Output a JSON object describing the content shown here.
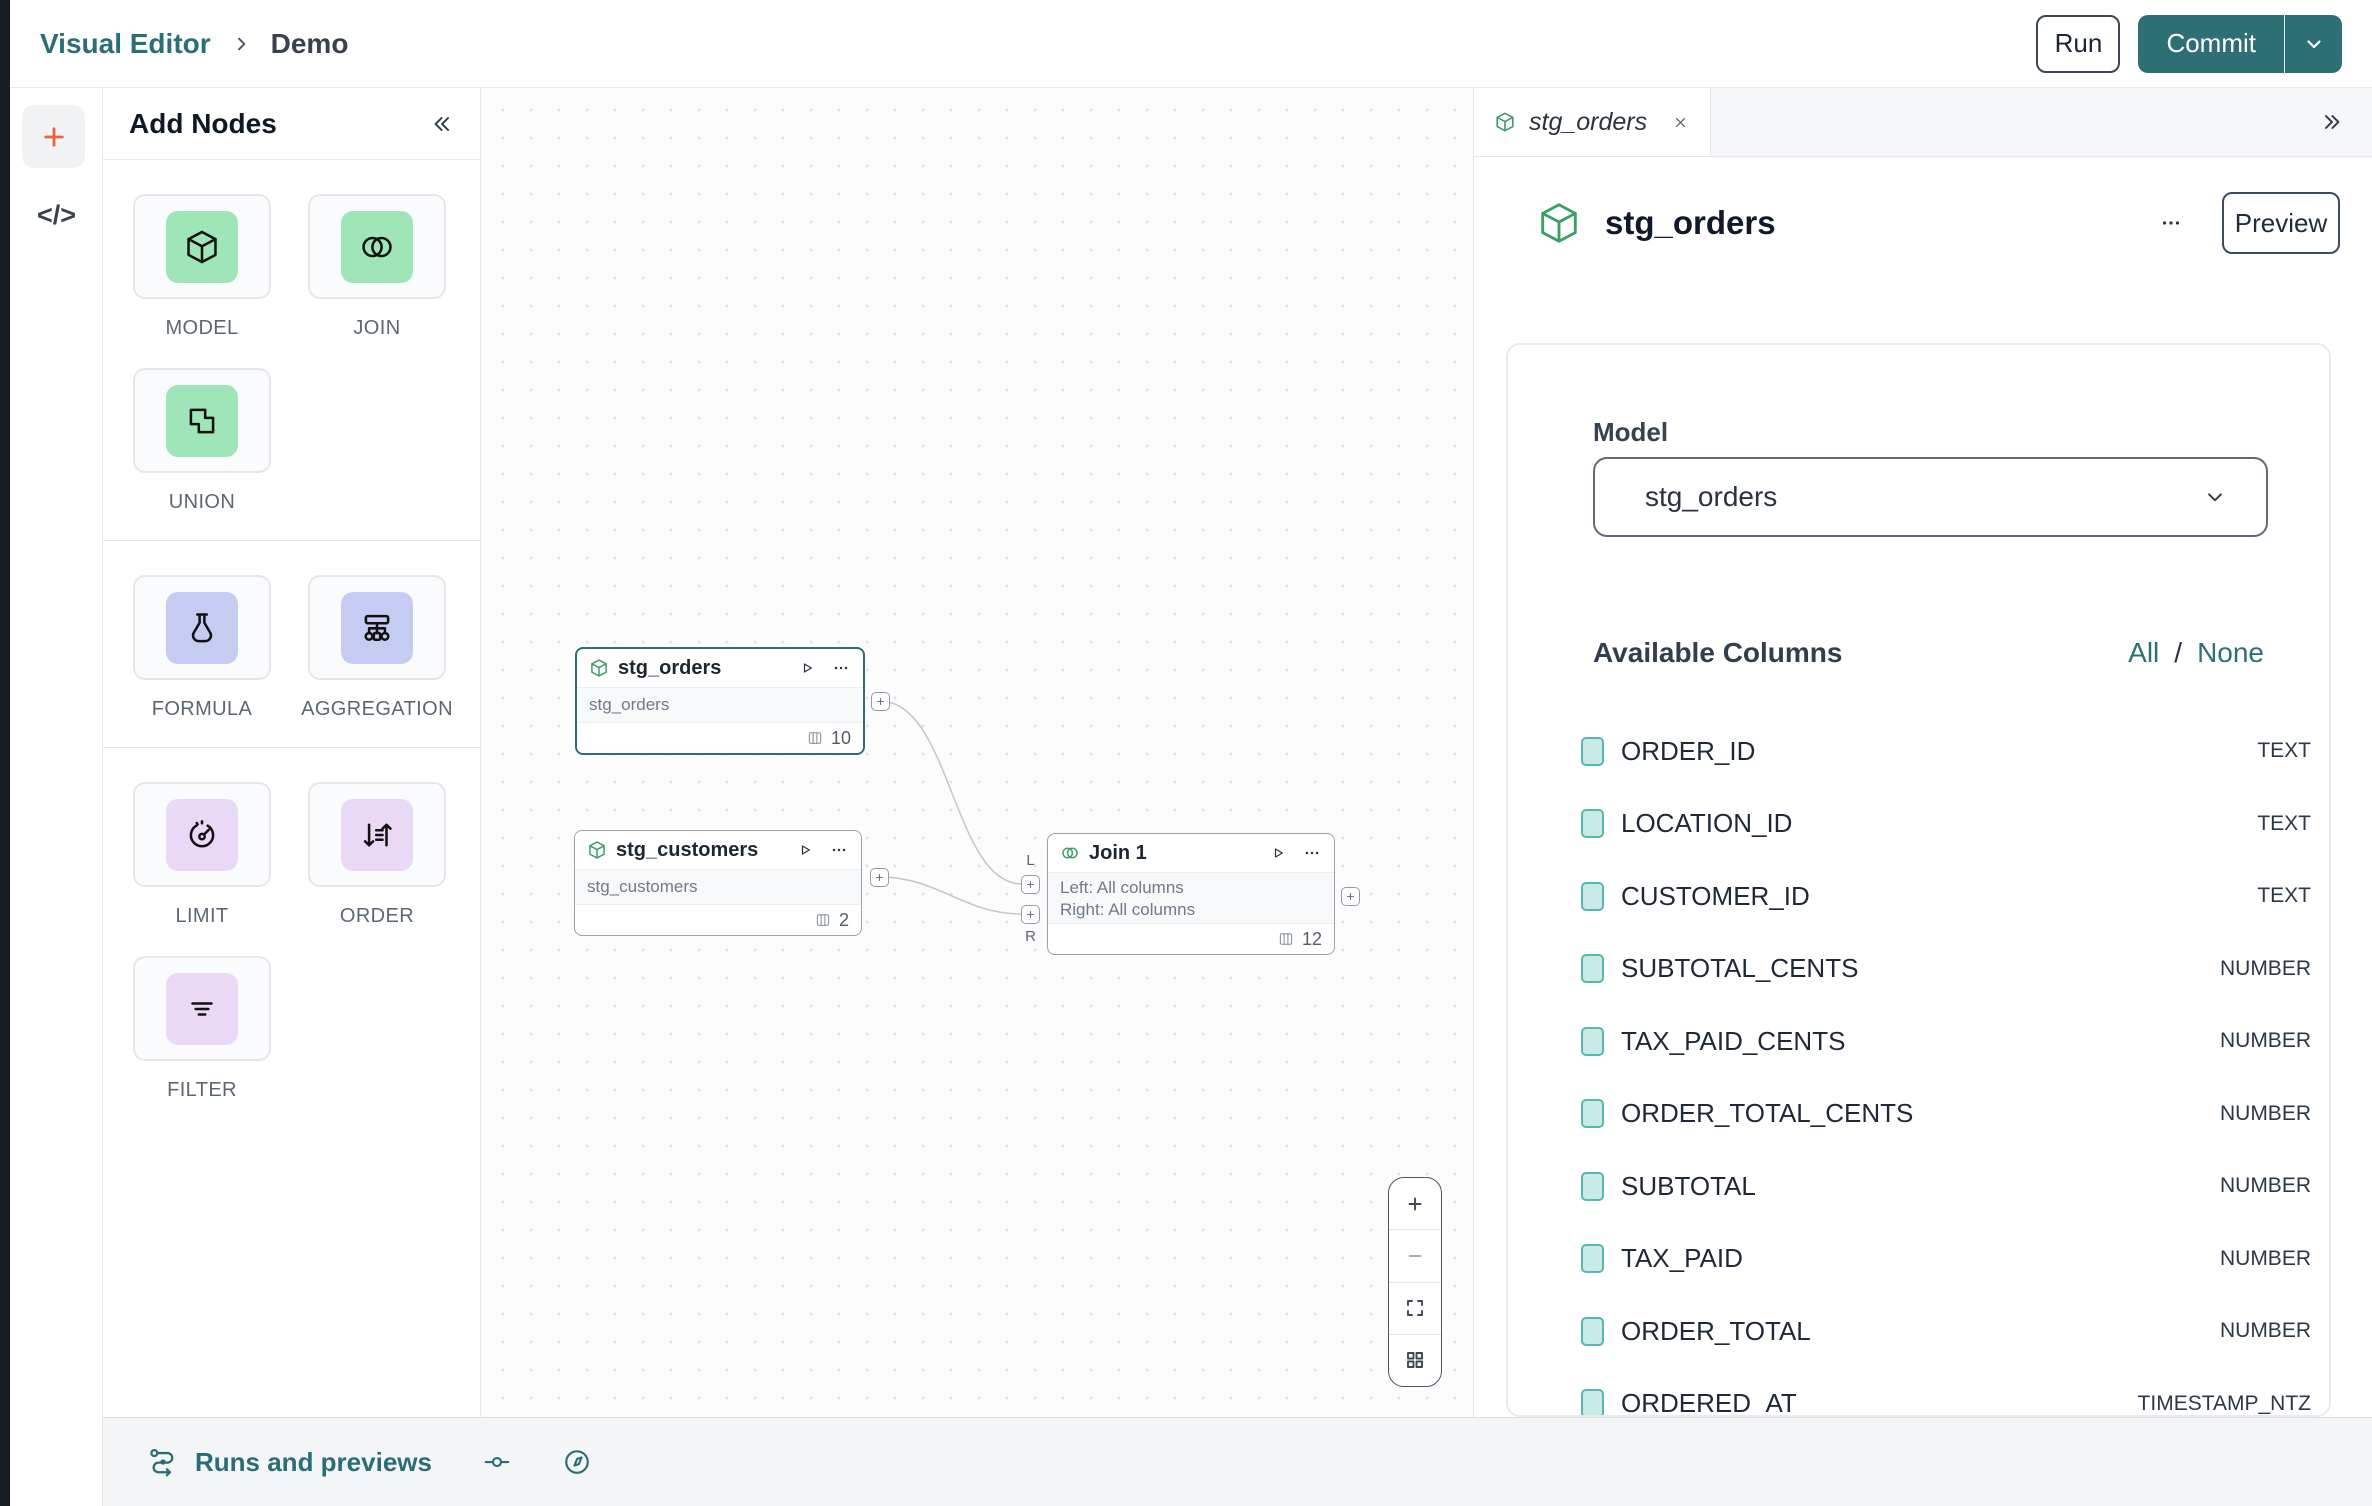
{
  "header": {
    "breadcrumb": {
      "root": "Visual Editor",
      "separator": ">",
      "current": "Demo"
    },
    "run_label": "Run",
    "commit_label": "Commit"
  },
  "rail": {
    "code_label": "</>"
  },
  "add_nodes": {
    "title": "Add Nodes",
    "groups": [
      [
        {
          "label": "MODEL",
          "icon": "cube",
          "color": "green"
        },
        {
          "label": "JOIN",
          "icon": "join",
          "color": "green"
        },
        {
          "label": "UNION",
          "icon": "union",
          "color": "green"
        }
      ],
      [
        {
          "label": "FORMULA",
          "icon": "flask",
          "color": "periwinkle"
        },
        {
          "label": "AGGREGATION",
          "icon": "tree",
          "color": "periwinkle"
        }
      ],
      [
        {
          "label": "LIMIT",
          "icon": "gauge",
          "color": "lilac"
        },
        {
          "label": "ORDER",
          "icon": "sort",
          "color": "lilac"
        },
        {
          "label": "FILTER",
          "icon": "filter",
          "color": "lilac"
        }
      ]
    ]
  },
  "canvas": {
    "nodes": [
      {
        "title": "stg_orders",
        "subtitle": "stg_orders",
        "column_count": "10",
        "selected": true
      },
      {
        "title": "stg_customers",
        "subtitle": "stg_customers",
        "column_count": "2",
        "selected": false
      },
      {
        "title": "Join 1",
        "body_lines": [
          "Left: All columns",
          "Right: All columns"
        ],
        "column_count": "12",
        "left_label": "L",
        "right_label": "R",
        "selected": false
      }
    ]
  },
  "right_panel": {
    "tab": {
      "label": "stg_orders"
    },
    "title": "stg_orders",
    "preview_label": "Preview",
    "model": {
      "label": "Model",
      "value": "stg_orders"
    },
    "available_columns": {
      "title": "Available Columns",
      "all_label": "All",
      "divider": "/",
      "none_label": "None",
      "columns": [
        {
          "name": "ORDER_ID",
          "type": "TEXT"
        },
        {
          "name": "LOCATION_ID",
          "type": "TEXT"
        },
        {
          "name": "CUSTOMER_ID",
          "type": "TEXT"
        },
        {
          "name": "SUBTOTAL_CENTS",
          "type": "NUMBER"
        },
        {
          "name": "TAX_PAID_CENTS",
          "type": "NUMBER"
        },
        {
          "name": "ORDER_TOTAL_CENTS",
          "type": "NUMBER"
        },
        {
          "name": "SUBTOTAL",
          "type": "NUMBER"
        },
        {
          "name": "TAX_PAID",
          "type": "NUMBER"
        },
        {
          "name": "ORDER_TOTAL",
          "type": "NUMBER"
        },
        {
          "name": "ORDERED_AT",
          "type": "TIMESTAMP_NTZ"
        }
      ]
    }
  },
  "bottom_bar": {
    "label": "Runs and previews"
  },
  "colors": {
    "brand_teal": "#2d6f75",
    "accent_orange": "#e8653f",
    "node_icon_green": "#3e9e68",
    "tile_green": "#9fe5b8",
    "tile_periwinkle": "#c6cbf2",
    "tile_lilac": "#e9d9f7",
    "checkbox_fill": "#c8ebe8",
    "checkbox_border": "#58b7ae",
    "selected_node_border": "#2d6f75",
    "canvas_dot": "#e3e4e8"
  }
}
